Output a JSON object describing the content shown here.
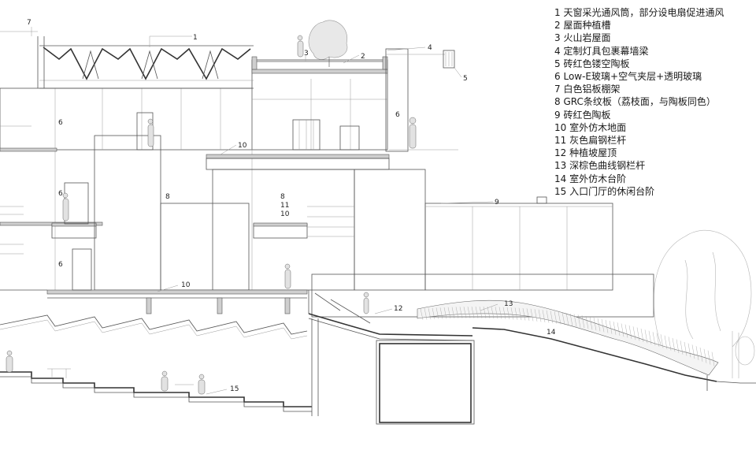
{
  "legend": [
    {
      "num": "1",
      "text": "天窗采光通风筒，部分设电扇促进通风"
    },
    {
      "num": "2",
      "text": "屋面种植槽"
    },
    {
      "num": "3",
      "text": "火山岩屋面"
    },
    {
      "num": "4",
      "text": "定制灯具包裹幕墙梁"
    },
    {
      "num": "5",
      "text": "砖红色镂空陶板"
    },
    {
      "num": "6",
      "text": "Low-E玻璃+空气夹层+透明玻璃"
    },
    {
      "num": "7",
      "text": "白色铝板棚架"
    },
    {
      "num": "8",
      "text": "GRC条纹板（荔枝面，与陶板同色）"
    },
    {
      "num": "9",
      "text": "砖红色陶板"
    },
    {
      "num": "10",
      "text": "室外仿木地面"
    },
    {
      "num": "11",
      "text": "灰色扁钢栏杆"
    },
    {
      "num": "12",
      "text": "种植坡屋顶"
    },
    {
      "num": "13",
      "text": "深棕色曲线钢栏杆"
    },
    {
      "num": "14",
      "text": "室外仿木台阶"
    },
    {
      "num": "15",
      "text": "入口门厅的休闲台阶"
    }
  ],
  "callouts": {
    "c1": "1",
    "c2": "2",
    "c3": "3",
    "c4": "4",
    "c5": "5",
    "c6a": "6",
    "c6b": "6",
    "c6c": "6",
    "c6d": "6",
    "c7": "7",
    "c8a": "8",
    "c8b": "8",
    "c9": "9",
    "c10a": "10",
    "c10b": "10",
    "c10c": "10",
    "c11": "11",
    "c12": "12",
    "c13": "13",
    "c14": "14",
    "c15": "15"
  }
}
